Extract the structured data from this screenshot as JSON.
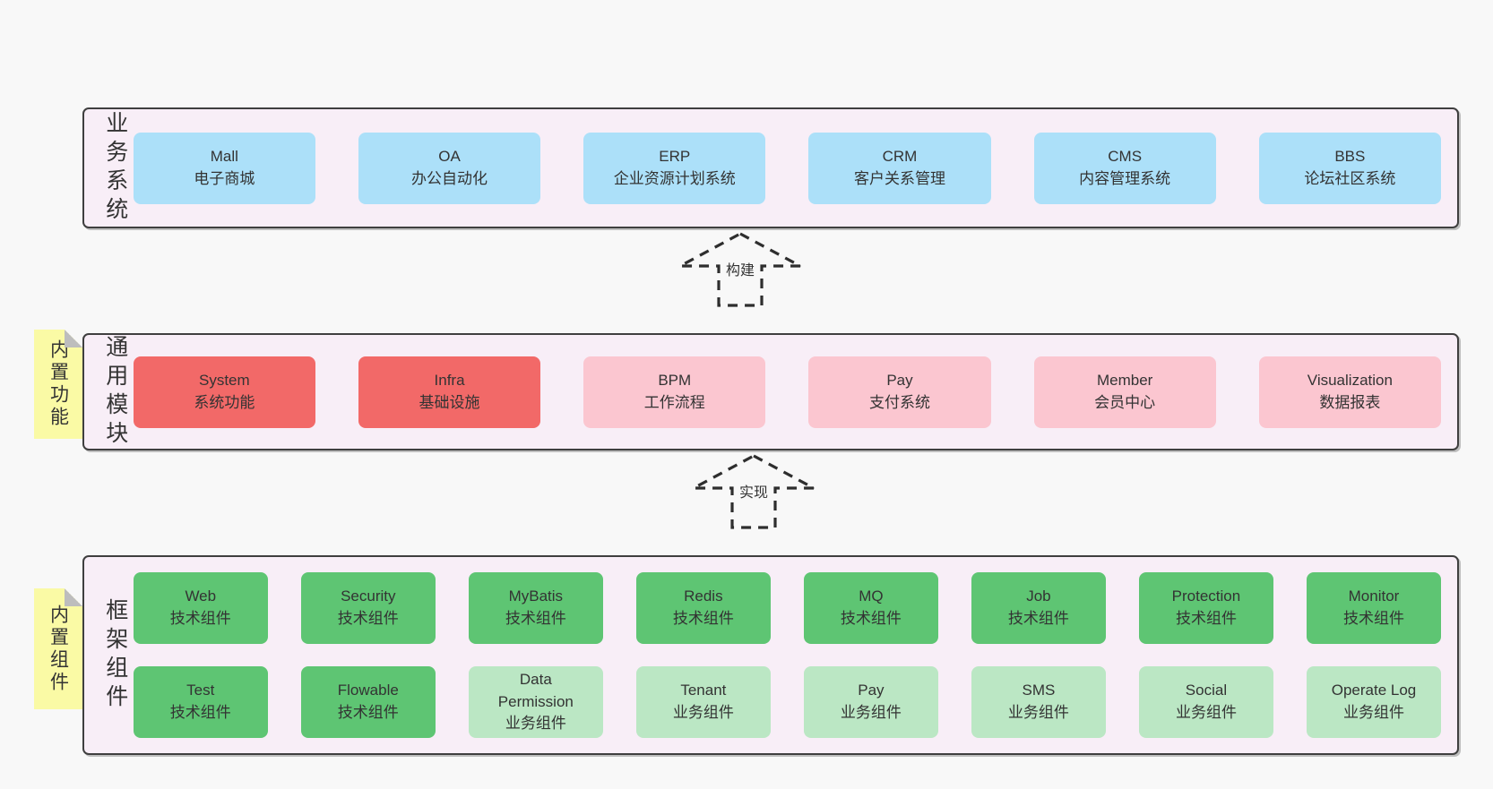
{
  "colors": {
    "blue": "#ace0f9",
    "red": "#f26968",
    "pink": "#fbc6d0",
    "green": "#5ec573",
    "green_light": "#bbe7c4",
    "note_yellow": "#fafaa5",
    "container_bg": "#f8eef7"
  },
  "arrows": [
    {
      "label": "构建"
    },
    {
      "label": "实现"
    }
  ],
  "layers": [
    {
      "label": "业务系统",
      "boxes": [
        {
          "title": "Mall",
          "subtitle": "电子商城",
          "variant": "blue"
        },
        {
          "title": "OA",
          "subtitle": "办公自动化",
          "variant": "blue"
        },
        {
          "title": "ERP",
          "subtitle": "企业资源计划系统",
          "variant": "blue"
        },
        {
          "title": "CRM",
          "subtitle": "客户关系管理",
          "variant": "blue"
        },
        {
          "title": "CMS",
          "subtitle": "内容管理系统",
          "variant": "blue"
        },
        {
          "title": "BBS",
          "subtitle": "论坛社区系统",
          "variant": "blue"
        }
      ]
    },
    {
      "label": "通用模块",
      "note": "内置功能",
      "boxes": [
        {
          "title": "System",
          "subtitle": "系统功能",
          "variant": "red"
        },
        {
          "title": "Infra",
          "subtitle": "基础设施",
          "variant": "red"
        },
        {
          "title": "BPM",
          "subtitle": "工作流程",
          "variant": "pink"
        },
        {
          "title": "Pay",
          "subtitle": "支付系统",
          "variant": "pink"
        },
        {
          "title": "Member",
          "subtitle": "会员中心",
          "variant": "pink"
        },
        {
          "title": "Visualization",
          "subtitle": "数据报表",
          "variant": "pink"
        }
      ]
    },
    {
      "label": "框架组件",
      "note": "内置组件",
      "rows": [
        [
          {
            "title": "Web",
            "subtitle": "技术组件",
            "variant": "green"
          },
          {
            "title": "Security",
            "subtitle": "技术组件",
            "variant": "green"
          },
          {
            "title": "MyBatis",
            "subtitle": "技术组件",
            "variant": "green"
          },
          {
            "title": "Redis",
            "subtitle": "技术组件",
            "variant": "green"
          },
          {
            "title": "MQ",
            "subtitle": "技术组件",
            "variant": "green"
          },
          {
            "title": "Job",
            "subtitle": "技术组件",
            "variant": "green"
          },
          {
            "title": "Protection",
            "subtitle": "技术组件",
            "variant": "green"
          },
          {
            "title": "Monitor",
            "subtitle": "技术组件",
            "variant": "green"
          }
        ],
        [
          {
            "title": "Test",
            "subtitle": "技术组件",
            "variant": "green"
          },
          {
            "title": "Flowable",
            "subtitle": "技术组件",
            "variant": "green"
          },
          {
            "title": "Data Permission",
            "subtitle": "业务组件",
            "variant": "green_light"
          },
          {
            "title": "Tenant",
            "subtitle": "业务组件",
            "variant": "green_light"
          },
          {
            "title": "Pay",
            "subtitle": "业务组件",
            "variant": "green_light"
          },
          {
            "title": "SMS",
            "subtitle": "业务组件",
            "variant": "green_light"
          },
          {
            "title": "Social",
            "subtitle": "业务组件",
            "variant": "green_light"
          },
          {
            "title": "Operate Log",
            "subtitle": "业务组件",
            "variant": "green_light"
          }
        ]
      ]
    }
  ]
}
